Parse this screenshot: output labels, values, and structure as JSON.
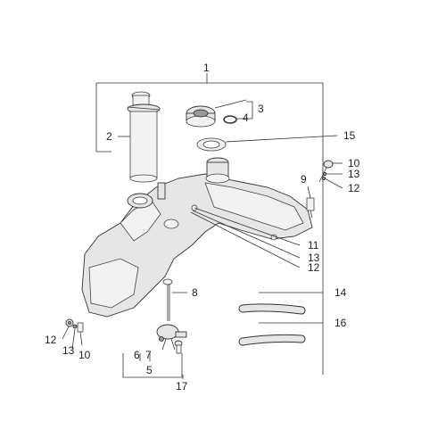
{
  "callouts": {
    "c1": "1",
    "c2": "2",
    "c3": "3",
    "c4": "4",
    "c15": "15",
    "c9": "9",
    "c10_top": "10",
    "c13_top": "13",
    "c12_top": "12",
    "c11": "11",
    "c13_mid": "13",
    "c12_mid": "12",
    "c8": "8",
    "c14": "14",
    "c16": "16",
    "c12_left": "12",
    "c13_left": "13",
    "c10_left": "10",
    "c6": "6",
    "c7": "7",
    "c5": "5",
    "c17": "17"
  }
}
